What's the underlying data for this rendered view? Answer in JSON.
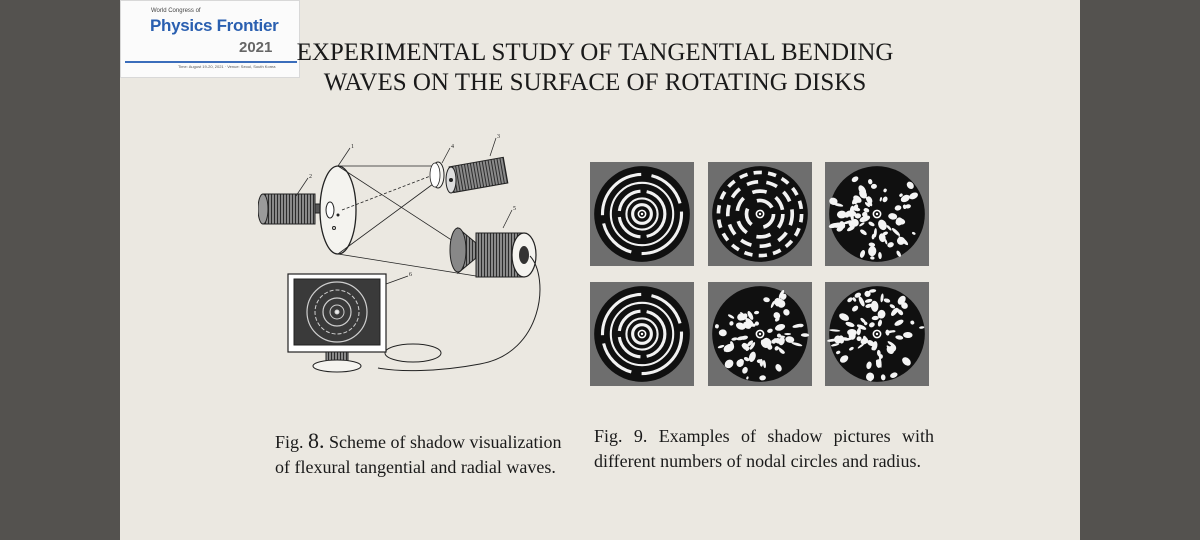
{
  "logo": {
    "top_line": "World Congress of",
    "name": "Physics Frontier",
    "year": "2021",
    "subline": "Time: August 19-20, 2021 · Venue: Seoul, South Korea"
  },
  "title": {
    "line1": "EXPERIMENTAL STUDY OF TANGENTIAL BENDING",
    "line2": "WAVES ON THE SURFACE OF ROTATING DISKS"
  },
  "fig8": {
    "callouts": [
      "1",
      "2",
      "3",
      "4",
      "5",
      "6"
    ],
    "caption_prefix": "Fig.",
    "caption_number": "8.",
    "caption_text": "Scheme of shadow visualization of flexural tangential and radial waves."
  },
  "fig9": {
    "caption": "Fig. 9. Examples of shadow pictures with different numbers of nodal circles and radius.",
    "panels": [
      {
        "type": "rings"
      },
      {
        "type": "broken-rings"
      },
      {
        "type": "spots"
      },
      {
        "type": "rings"
      },
      {
        "type": "spots"
      },
      {
        "type": "spots"
      }
    ]
  }
}
